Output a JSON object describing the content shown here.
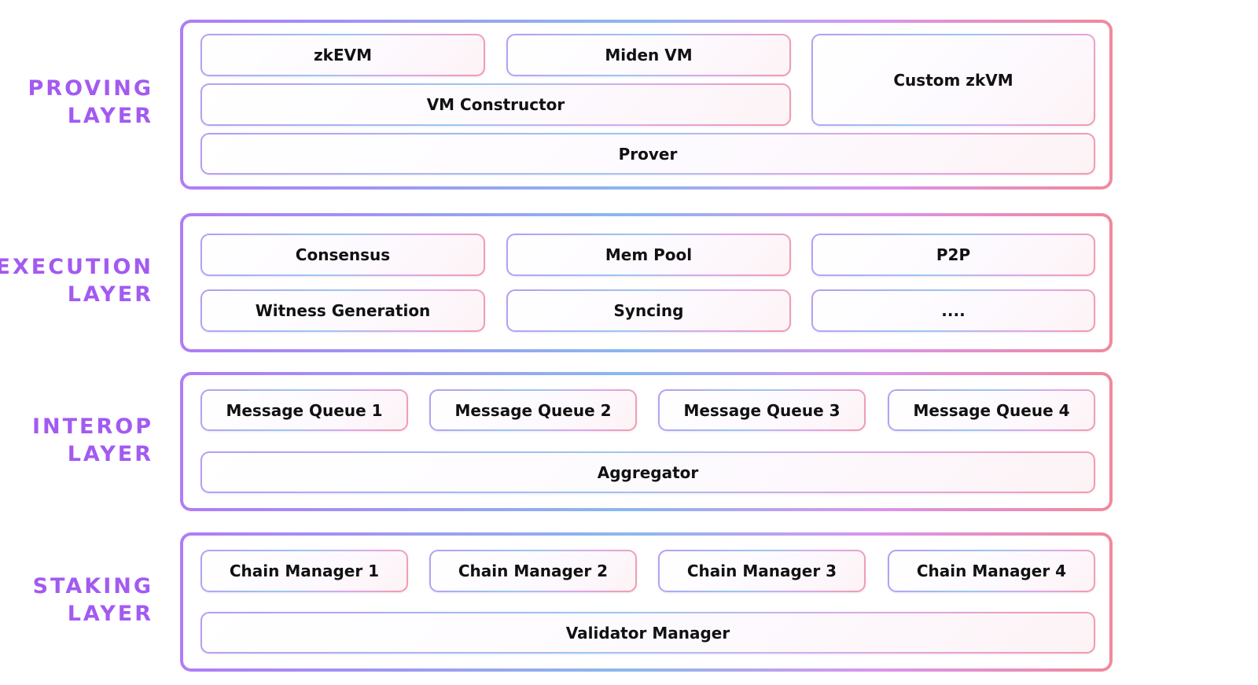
{
  "layers": [
    {
      "id": "proving",
      "label_line1": "PROVING",
      "label_line2": "LAYER",
      "components": {
        "zkevm": "zkEVM",
        "miden_vm": "Miden VM",
        "custom_zkvm": "Custom zkVM",
        "vm_constructor": "VM Constructor",
        "prover": "Prover"
      }
    },
    {
      "id": "execution",
      "label_line1": "EXECUTION",
      "label_line2": "LAYER",
      "components": {
        "consensus": "Consensus",
        "mem_pool": "Mem Pool",
        "p2p": "P2P",
        "witness_generation": "Witness Generation",
        "syncing": "Syncing",
        "more": "...."
      }
    },
    {
      "id": "interop",
      "label_line1": "INTEROP",
      "label_line2": "LAYER",
      "components": {
        "message_queue_1": "Message Queue 1",
        "message_queue_2": "Message Queue 2",
        "message_queue_3": "Message Queue 3",
        "message_queue_4": "Message Queue 4",
        "aggregator": "Aggregator"
      }
    },
    {
      "id": "staking",
      "label_line1": "STAKING",
      "label_line2": "LAYER",
      "components": {
        "chain_manager_1": "Chain Manager 1",
        "chain_manager_2": "Chain Manager 2",
        "chain_manager_3": "Chain Manager 3",
        "chain_manager_4": "Chain Manager 4",
        "validator_manager": "Validator Manager"
      }
    }
  ],
  "colors": {
    "label": "#a35af0",
    "border_purple": "#b07cf6",
    "border_blue": "#8bb8ee",
    "border_pink": "#f08a9c"
  }
}
